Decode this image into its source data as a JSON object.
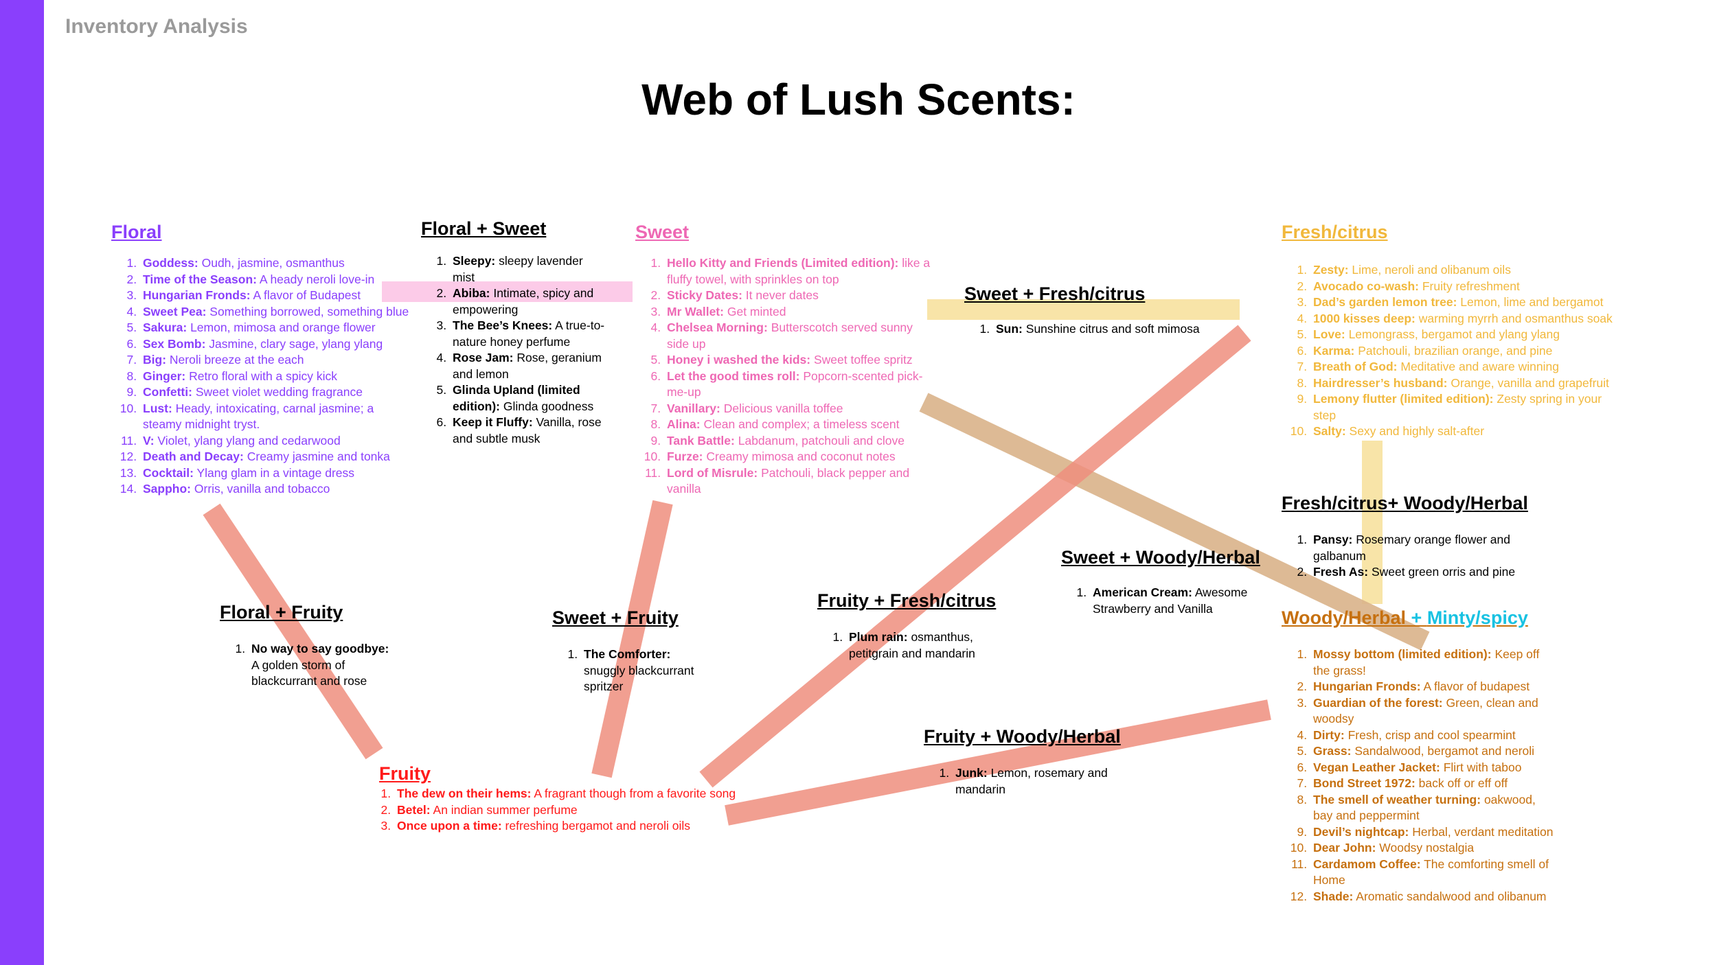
{
  "header": {
    "title": "Inventory Analysis"
  },
  "page_title": "Web of Lush Scents:",
  "colors": {
    "sidebar": "#8a3ffc",
    "floral": "#8a3ffc",
    "sweet": "#ee68b4",
    "fresh_citrus": "#f1b83c",
    "woody_herbal": "#c6700f",
    "minty_spicy": "#18c2e2",
    "fruity": "#ff1a1a",
    "connector_salmon": "#ee8e7e",
    "connector_tan": "#d9b38a",
    "highlight_pink": "#fccbe8",
    "highlight_yellow": "#f8e4a8"
  },
  "categories": {
    "floral": {
      "title": "Floral",
      "items": [
        {
          "name": "Goddess:",
          "desc": "Oudh, jasmine, osmanthus"
        },
        {
          "name": "Time of the Season:",
          "desc": "A heady neroli love-in"
        },
        {
          "name": "Hungarian Fronds:",
          "desc": "A flavor of Budapest"
        },
        {
          "name": "Sweet Pea:",
          "desc": "Something borrowed, something blue"
        },
        {
          "name": "Sakura:",
          "desc": "Lemon, mimosa and orange flower"
        },
        {
          "name": "Sex Bomb:",
          "desc": "Jasmine, clary sage, ylang ylang"
        },
        {
          "name": "Big:",
          "desc": "Neroli breeze at the each"
        },
        {
          "name": "Ginger:",
          "desc": "Retro floral with a spicy kick"
        },
        {
          "name": "Confetti:",
          "desc": "Sweet violet wedding fragrance"
        },
        {
          "name": "Lust:",
          "desc": "Heady, intoxicating, carnal jasmine; a steamy midnight tryst."
        },
        {
          "name": "V:",
          "desc": "Violet, ylang ylang and cedarwood"
        },
        {
          "name": "Death and Decay:",
          "desc": "Creamy jasmine and tonka"
        },
        {
          "name": "Cocktail:",
          "desc": "Ylang glam in a vintage dress"
        },
        {
          "name": "Sappho:",
          "desc": "Orris, vanilla and tobacco"
        }
      ]
    },
    "floral_sweet": {
      "title": "Floral + Sweet",
      "items": [
        {
          "name": "Sleepy:",
          "desc": "sleepy lavender mist"
        },
        {
          "name": "Abiba:",
          "desc": "Intimate, spicy and empowering"
        },
        {
          "name": "The Bee’s Knees:",
          "desc": "A true-to-nature honey perfume"
        },
        {
          "name": "Rose Jam:",
          "desc": "Rose, geranium and lemon"
        },
        {
          "name": "Glinda Upland (limited edition):",
          "desc": "Glinda goodness"
        },
        {
          "name": "Keep it Fluffy:",
          "desc": "Vanilla, rose and subtle musk"
        }
      ]
    },
    "sweet": {
      "title": "Sweet",
      "items": [
        {
          "name": "Hello Kitty and Friends (Limited edition):",
          "desc": "like a fluffy towel, with sprinkles on top"
        },
        {
          "name": "Sticky Dates:",
          "desc": "It never dates"
        },
        {
          "name": "Mr Wallet:",
          "desc": "Get minted"
        },
        {
          "name": "Chelsea Morning:",
          "desc": "Butterscotch served sunny side up"
        },
        {
          "name": "Honey i washed the kids:",
          "desc": "Sweet toffee spritz"
        },
        {
          "name": "Let the good times roll:",
          "desc": "Popcorn-scented pick-me-up"
        },
        {
          "name": "Vanillary:",
          "desc": "Delicious vanilla toffee"
        },
        {
          "name": "Alina:",
          "desc": "Clean and complex; a timeless scent"
        },
        {
          "name": "Tank Battle:",
          "desc": "Labdanum, patchouli and clove"
        },
        {
          "name": "Furze:",
          "desc": "Creamy mimosa and coconut notes"
        },
        {
          "name": "Lord of Misrule:",
          "desc": "Patchouli, black pepper and vanilla"
        }
      ]
    },
    "sweet_fresh": {
      "title": "Sweet + Fresh/citrus",
      "items": [
        {
          "name": "Sun:",
          "desc": "Sunshine citrus and soft mimosa"
        }
      ]
    },
    "fresh": {
      "title": "Fresh/citrus",
      "items": [
        {
          "name": "Zesty:",
          "desc": "Lime, neroli and olibanum oils"
        },
        {
          "name": "Avocado co-wash:",
          "desc": "Fruity refreshment"
        },
        {
          "name": "Dad’s garden lemon tree:",
          "desc": "Lemon, lime and bergamot"
        },
        {
          "name": "1000 kisses deep:",
          "desc": "warming myrrh and osmanthus soak"
        },
        {
          "name": "Love:",
          "desc": "Lemongrass, bergamot and ylang ylang"
        },
        {
          "name": "Karma:",
          "desc": "Patchouli, brazilian orange, and pine"
        },
        {
          "name": "Breath of God:",
          "desc": "Meditative and aware winning"
        },
        {
          "name": "Hairdresser’s husband:",
          "desc": "Orange, vanilla and grapefruit"
        },
        {
          "name": "Lemony flutter (limited edition):",
          "desc": "Zesty spring in your step"
        },
        {
          "name": "Salty:",
          "desc": "Sexy and highly salt-after"
        }
      ]
    },
    "fresh_woody": {
      "title": "Fresh/citrus+ Woody/Herbal",
      "items": [
        {
          "name": "Pansy:",
          "desc": "Rosemary orange flower and galbanum"
        },
        {
          "name": "Fresh As:",
          "desc": "Sweet green orris and pine"
        }
      ]
    },
    "sweet_woody": {
      "title": "Sweet + Woody/Herbal",
      "items": [
        {
          "name": "American Cream:",
          "desc": "Awesome Strawberry and Vanilla"
        }
      ]
    },
    "woody_minty": {
      "title_a": "Woody/Herbal",
      "title_sep": " + ",
      "title_b": "Minty/spicy",
      "items": [
        {
          "name": "Mossy bottom (limited edition):",
          "desc": "Keep off the grass!"
        },
        {
          "name": "Hungarian Fronds:",
          "desc": "A flavor of budapest"
        },
        {
          "name": "Guardian of the forest:",
          "desc": "Green, clean and woodsy"
        },
        {
          "name": "Dirty:",
          "desc": "Fresh, crisp and cool spearmint"
        },
        {
          "name": "Grass:",
          "desc": "Sandalwood, bergamot and neroli"
        },
        {
          "name": "Vegan Leather Jacket:",
          "desc": "Flirt with taboo"
        },
        {
          "name": "Bond Street 1972:",
          "desc": "back off or eff off"
        },
        {
          "name": "The smell of weather turning:",
          "desc": "oakwood, bay and peppermint"
        },
        {
          "name": "Devil’s nightcap:",
          "desc": "Herbal, verdant meditation"
        },
        {
          "name": "Dear John:",
          "desc": "Woodsy nostalgia"
        },
        {
          "name": "Cardamom Coffee:",
          "desc": "The comforting smell of Home"
        },
        {
          "name": "Shade:",
          "desc": "Aromatic sandalwood and olibanum"
        }
      ]
    },
    "floral_fruity": {
      "title": "Floral + Fruity",
      "items": [
        {
          "name": "No way to say goodbye:",
          "desc": "A golden storm of blackcurrant and rose"
        }
      ]
    },
    "sweet_fruity": {
      "title": "Sweet + Fruity",
      "items": [
        {
          "name": "The Comforter:",
          "desc": "snuggly blackcurrant spritzer"
        }
      ]
    },
    "fruity_fresh": {
      "title": "Fruity + Fresh/citrus",
      "items": [
        {
          "name": "Plum rain:",
          "desc": "osmanthus, petitgrain and mandarin"
        }
      ]
    },
    "fruity_woody": {
      "title": "Fruity + Woody/Herbal",
      "items": [
        {
          "name": "Junk:",
          "desc": "Lemon, rosemary and mandarin"
        }
      ]
    },
    "fruity": {
      "title": "Fruity",
      "items": [
        {
          "name": "The dew on their hems:",
          "desc": "A fragrant though from a favorite song"
        },
        {
          "name": "Betel:",
          "desc": "An indian summer perfume"
        },
        {
          "name": "Once upon a time:",
          "desc": "refreshing bergamot and neroli oils"
        }
      ]
    }
  }
}
